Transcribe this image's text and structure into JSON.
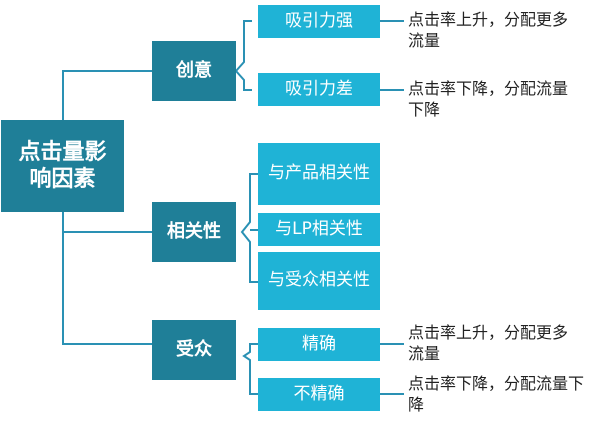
{
  "root": "点击量影响因素",
  "categories": [
    {
      "label": "创意",
      "items": [
        {
          "label": "吸引力强",
          "note": "点击率上升，分配更多流量"
        },
        {
          "label": "吸引力差",
          "note": "点击率下降，分配流量下降"
        }
      ]
    },
    {
      "label": "相关性",
      "items": [
        {
          "label": "与产品相关性"
        },
        {
          "label": "与LP相关性"
        },
        {
          "label": "与受众相关性"
        }
      ]
    },
    {
      "label": "受众",
      "items": [
        {
          "label": "精确",
          "note": "点击率上升，分配更多流量"
        },
        {
          "label": "不精确",
          "note": "点击率下降，分配流量下降"
        }
      ]
    }
  ],
  "colors": {
    "dark": "#1f7f98",
    "light": "#1fb3d6",
    "line": "#2a91b4"
  }
}
